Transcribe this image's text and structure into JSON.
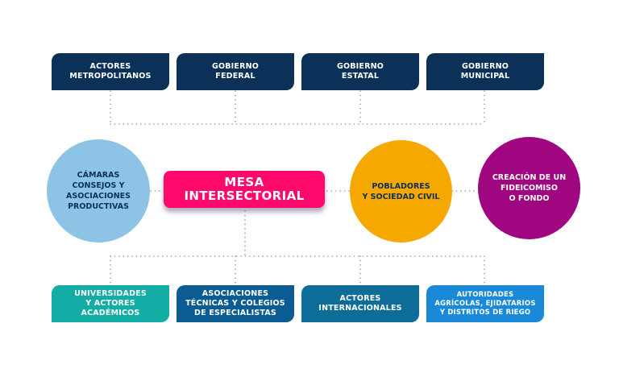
{
  "diagram": {
    "center": {
      "label": "MESA\nINTERSECTORIAL",
      "color": "#ff0a6c"
    },
    "top_nodes": [
      {
        "label": "ACTORES\nMETROPOLITANOS",
        "color": "#0b3158"
      },
      {
        "label": "GOBIERNO\nFEDERAL",
        "color": "#0b3158"
      },
      {
        "label": "GOBIERNO\nESTATAL",
        "color": "#0b3158"
      },
      {
        "label": "GOBIERNO\nMUNICIPAL",
        "color": "#0b3158"
      }
    ],
    "side_nodes": [
      {
        "label": "CÁMARAS\nCONSEJOS Y\nASOCIACIONES\nPRODUCTIVAS",
        "color": "#8dc4e6",
        "text_color": "#0b3158"
      },
      {
        "label": "POBLADORES\nY SOCIEDAD CIVIL",
        "color": "#f5a800",
        "text_color": "#0b3158"
      },
      {
        "label": "CREACIÓN DE UN\nFIDEICOMISO\nO FONDO",
        "color": "#a0067f",
        "text_color": "#ffffff"
      }
    ],
    "bottom_nodes": [
      {
        "label": "UNIVERSIDADES\nY ACTORES\nACADÉMICOS",
        "color": "#13ada6"
      },
      {
        "label": "ASOCIACIONES\nTÉCNICAS Y COLEGIOS\nDE ESPECIALISTAS",
        "color": "#0c5c94"
      },
      {
        "label": "ACTORES\nINTERNACIONALES",
        "color": "#0e6d98"
      },
      {
        "label": "AUTORIDADES\nAGRÍCOLAS, EJIDATARIOS\nY  DISTRITOS DE RIEGO",
        "color": "#1a8ad8"
      }
    ],
    "connector_color": "#9a9a9a"
  }
}
